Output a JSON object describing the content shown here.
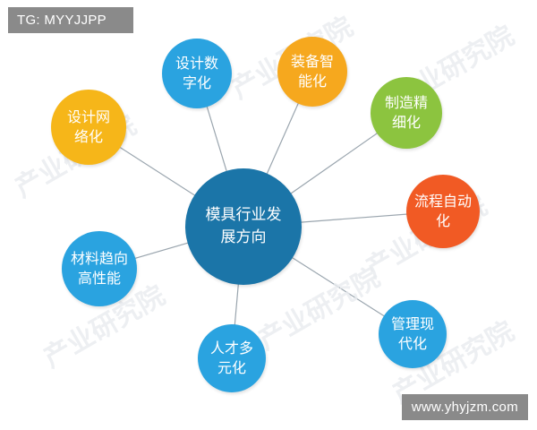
{
  "tags": {
    "top": "TG: MYYJJPP",
    "bottom": "www.yhyjzm.com"
  },
  "watermark": "产业研究院",
  "center": {
    "label": "模具行业发展方向",
    "lines": [
      "模具行业发",
      "展方向"
    ],
    "color": "#1b75a8"
  },
  "branches": [
    {
      "id": "design-digital",
      "lines": [
        "设计数",
        "字化"
      ],
      "color": "#2aa3e0"
    },
    {
      "id": "equipment-intelligent",
      "lines": [
        "装备智",
        "能化"
      ],
      "color": "#f6a81e"
    },
    {
      "id": "manufacturing-fine",
      "lines": [
        "制造精",
        "细化"
      ],
      "color": "#8cc43f"
    },
    {
      "id": "process-automation",
      "lines": [
        "流程自动",
        "化"
      ],
      "color": "#f15a24"
    },
    {
      "id": "management-modern",
      "lines": [
        "管理现",
        "代化"
      ],
      "color": "#2aa3e0"
    },
    {
      "id": "talent-diverse",
      "lines": [
        "人才多",
        "元化"
      ],
      "color": "#2aa3e0"
    },
    {
      "id": "material-performance",
      "lines": [
        "材料趋向",
        "高性能"
      ],
      "color": "#2aa3e0"
    },
    {
      "id": "design-network",
      "lines": [
        "设计网",
        "络化"
      ],
      "color": "#f6b619"
    }
  ],
  "colors": {
    "line": "#9aa5ae",
    "tag_bg": "#8a8a8a"
  }
}
